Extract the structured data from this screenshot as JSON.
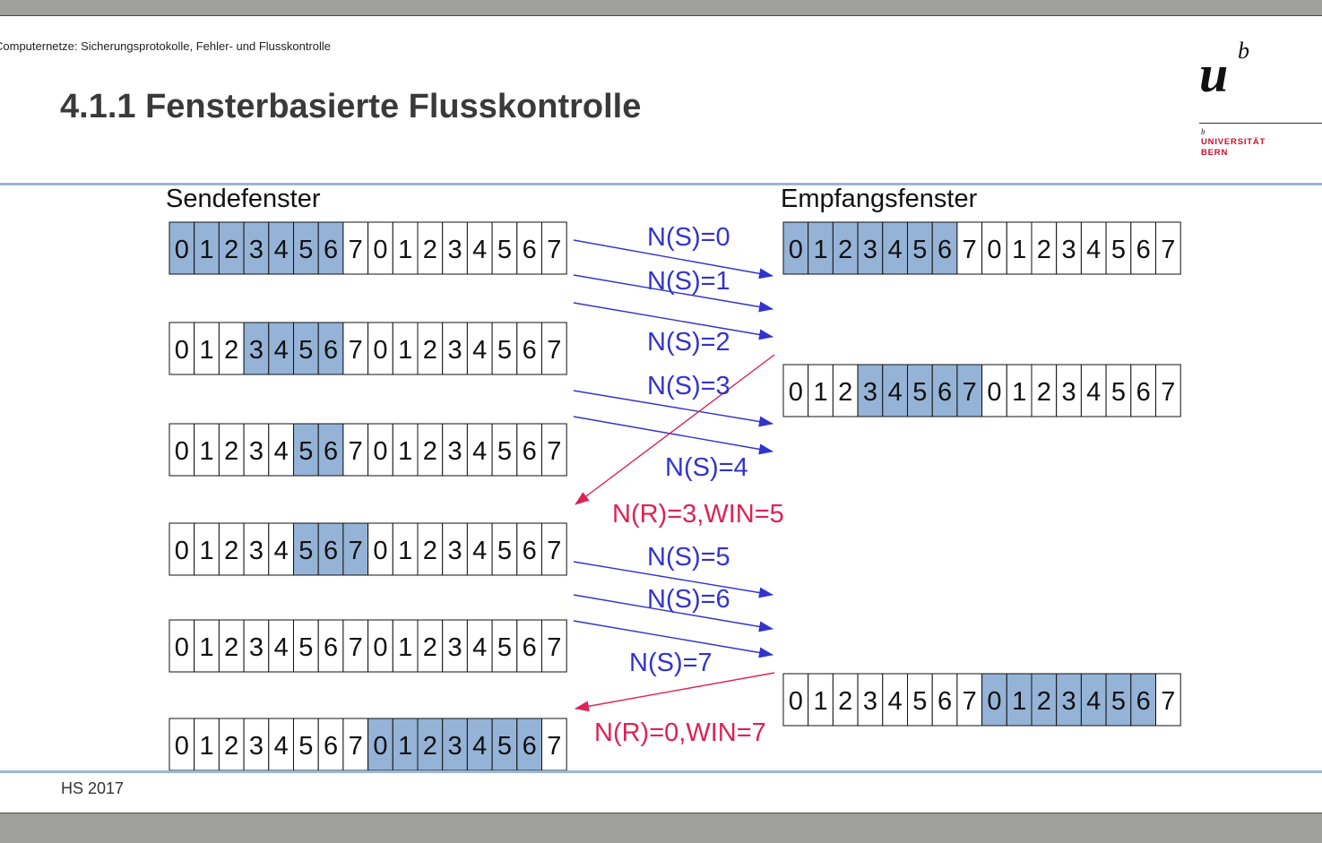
{
  "header": {
    "course": "Computernetze: Sicherungsprotokolle, Fehler- und Flusskontrolle",
    "title": "4.1.1 Fensterbasierte Flusskontrolle"
  },
  "logo": {
    "u": "u",
    "b": "b",
    "small_b": "b",
    "line1": "UNIVERSITÄT",
    "line2": "BERN"
  },
  "footer": {
    "semester": "HS 2017"
  },
  "colors": {
    "highlight": "#95b3d7",
    "data_arrow": "#3333cc",
    "ack_arrow": "#dd2255",
    "rule": "#9bb5d4"
  },
  "diagram": {
    "sender_label": "Sendefenster",
    "receiver_label": "Empfangsfenster",
    "cells": [
      "0",
      "1",
      "2",
      "3",
      "4",
      "5",
      "6",
      "7",
      "0",
      "1",
      "2",
      "3",
      "4",
      "5",
      "6",
      "7"
    ],
    "sender_windows": [
      {
        "highlight": [
          0,
          1,
          2,
          3,
          4,
          5,
          6
        ]
      },
      {
        "highlight": [
          3,
          4,
          5,
          6
        ]
      },
      {
        "highlight": [
          5,
          6
        ]
      },
      {
        "highlight": [
          5,
          6,
          7
        ]
      },
      {
        "highlight": []
      },
      {
        "highlight": [
          8,
          9,
          10,
          11,
          12,
          13,
          14
        ]
      }
    ],
    "receiver_windows": [
      {
        "highlight": [
          0,
          1,
          2,
          3,
          4,
          5,
          6
        ]
      },
      {
        "highlight": [
          3,
          4,
          5,
          6,
          7
        ]
      },
      {
        "highlight": [
          8,
          9,
          10,
          11,
          12,
          13,
          14
        ]
      }
    ],
    "frames": [
      "N(S)=0",
      "N(S)=1",
      "N(S)=2",
      "N(S)=3",
      "N(S)=4",
      "N(S)=5",
      "N(S)=6",
      "N(S)=7"
    ],
    "acks": [
      "N(R)=3,WIN=5",
      "N(R)=0,WIN=7"
    ]
  }
}
